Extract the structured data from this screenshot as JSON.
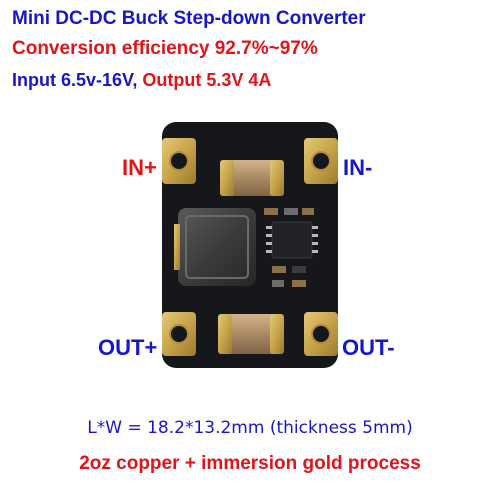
{
  "heading": {
    "title": "Mini DC-DC Buck Step-down Converter",
    "efficiency": "Conversion efficiency 92.7%~97%",
    "input": "Input 6.5v-16V,",
    "output": "Output 5.3V 4A"
  },
  "pins": {
    "in_plus": "IN+",
    "in_minus": "IN-",
    "out_plus": "OUT+",
    "out_minus": "OUT-"
  },
  "specs": {
    "dimensions": "L*W = 18.2*13.2mm (thickness 5mm)",
    "process": "2oz copper + immersion gold process"
  },
  "colors": {
    "blue_text": "#1717c8",
    "red_text": "#e0141a",
    "pcb": "#16171b",
    "gold_pad": "#c8a44a"
  }
}
